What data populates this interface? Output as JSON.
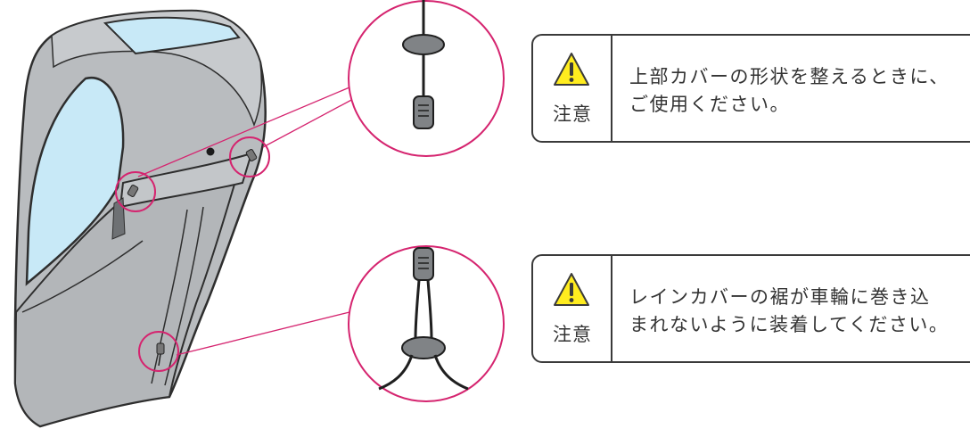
{
  "notices": [
    {
      "label": "注意",
      "icon": "warning-triangle-icon",
      "text": "上部カバーの形状を整えるときに、\nご使用ください。"
    },
    {
      "label": "注意",
      "icon": "warning-triangle-icon",
      "text": "レインカバーの裾が車輪に巻き込\nまれないように装着してください。"
    }
  ],
  "colors": {
    "highlight_circle": "#d5246f",
    "cover_gray": "#b9bcbf",
    "window_blue": "#c8e9f7",
    "warning_yellow": "#ffec1f",
    "outline": "#3a3a3a"
  }
}
